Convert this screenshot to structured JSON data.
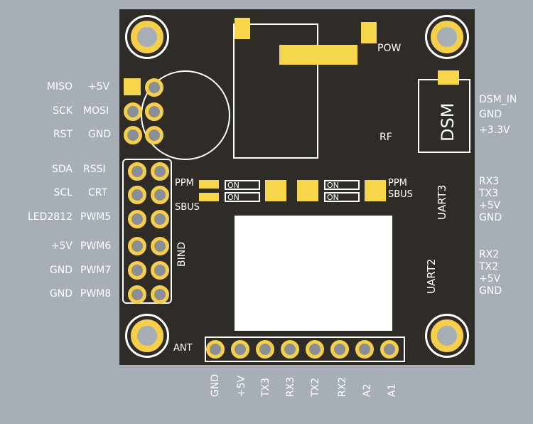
{
  "left_labels": [
    [
      "MISO",
      "+5V"
    ],
    [
      "SCK",
      "MOSI"
    ],
    [
      "RST",
      "GND"
    ],
    [
      "SDA",
      "RSSI"
    ],
    [
      "SCL",
      "CRT"
    ],
    [
      "LED2812",
      "PWM5"
    ],
    [
      "+5V",
      "PWM6"
    ],
    [
      "GND",
      "PWM7"
    ],
    [
      "GND",
      "PWM8"
    ]
  ],
  "right_dsm": [
    "DSM_IN",
    "GND",
    "+3.3V"
  ],
  "right_uart3": [
    "RX3",
    "TX3",
    "+5V",
    "GND"
  ],
  "right_uart2": [
    "RX2",
    "TX2",
    "+5V",
    "GND"
  ],
  "bottom_labels": [
    "GND",
    "+5V",
    "TX3",
    "RX3",
    "TX2",
    "RX2",
    "A2",
    "A1"
  ],
  "board": {
    "ppm_left": "PPM",
    "sbus_left": "SBUS",
    "ppm_right": "PPM",
    "sbus_right": "SBUS",
    "on": "ON",
    "uart3": "UART3",
    "uart2": "UART2",
    "bind": "BIND",
    "ant": "ANT",
    "pow": "POW",
    "rf": "RF",
    "dsm": "DSM"
  },
  "colors": {
    "board": "#2f2c27",
    "copper": "#f7d64c",
    "background": "#a8aeb6"
  }
}
